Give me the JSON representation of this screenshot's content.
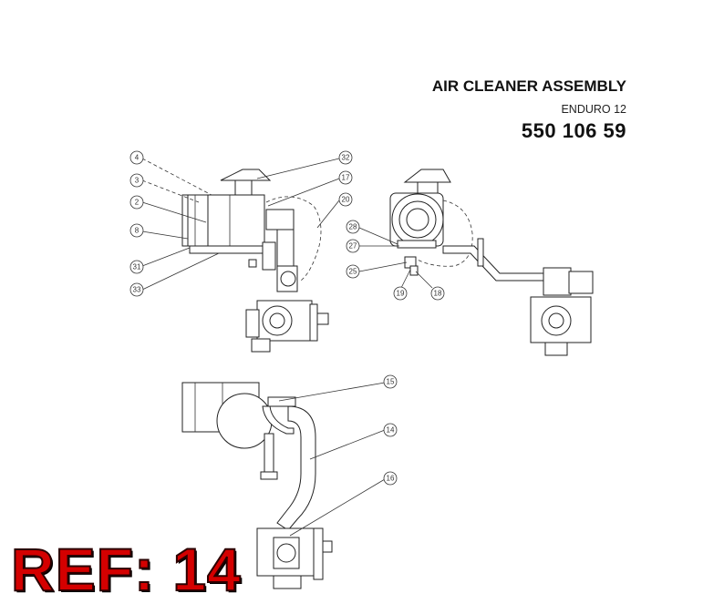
{
  "header": {
    "title": "AIR CLEANER ASSEMBLY",
    "model": "ENDURO 12",
    "part_number": "550 106 59"
  },
  "ref_label": "REF: 14",
  "callouts": {
    "c4": "4",
    "c3": "3",
    "c2": "2",
    "c8": "8",
    "c31": "31",
    "c33": "33",
    "c32": "32",
    "c17": "17",
    "c20": "20",
    "c28": "28",
    "c27": "27",
    "c25": "25",
    "c19": "19",
    "c18": "18",
    "c15": "15",
    "c14": "14",
    "c16": "16"
  },
  "colors": {
    "ref_text": "#d40000",
    "line": "#333333"
  }
}
